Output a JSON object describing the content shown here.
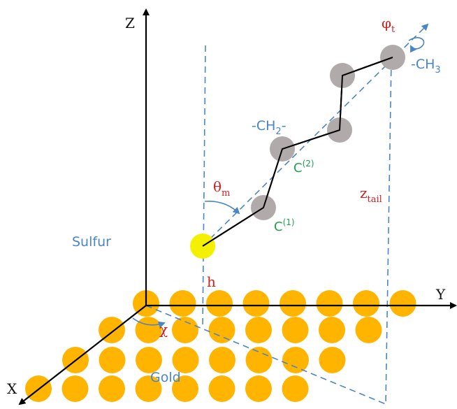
{
  "colors": {
    "gold": "#FFB400",
    "sulfur": "#F4F000",
    "carbon": "#B0AAAA",
    "blue": "#4A86C5",
    "red": "#D02020",
    "green": "#22A050",
    "black": "#000000"
  },
  "axes": {
    "x": "X",
    "y": "Y",
    "z": "Z"
  },
  "labels": {
    "sulfur": "Sulfur",
    "gold": "Gold",
    "ch2": {
      "main": "-CH",
      "sub": "2",
      "tail": "-"
    },
    "ch3": {
      "main": "-CH",
      "sub": "3"
    },
    "c1": {
      "main": "C",
      "sup": "(1)"
    },
    "c2": {
      "main": "C",
      "sup": "(2)"
    },
    "theta": {
      "main": "θ",
      "sub": "m"
    },
    "phi": {
      "main": "φ",
      "sub": "t"
    },
    "ztail": {
      "main": "z",
      "sub": "tail"
    },
    "h": "h",
    "chi": "χ"
  }
}
